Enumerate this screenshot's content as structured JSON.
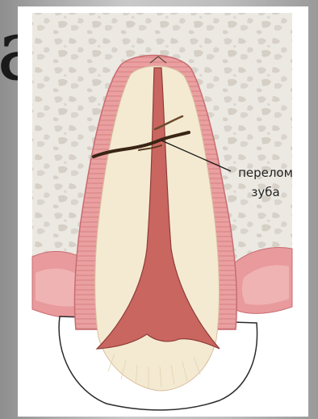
{
  "slide": {
    "partial_title_glyph": "а.",
    "colors": {
      "background_gray": "#b8b8b8",
      "bone_fill": "#e9e5de",
      "gum_pink": "#e79a9a",
      "enamel_cream": "#f3e8cf",
      "pulp_red": "#c9665f",
      "fracture_dark": "#3a2414"
    }
  },
  "figure": {
    "callout": {
      "line1": "перелом",
      "line2": "зуба"
    }
  }
}
